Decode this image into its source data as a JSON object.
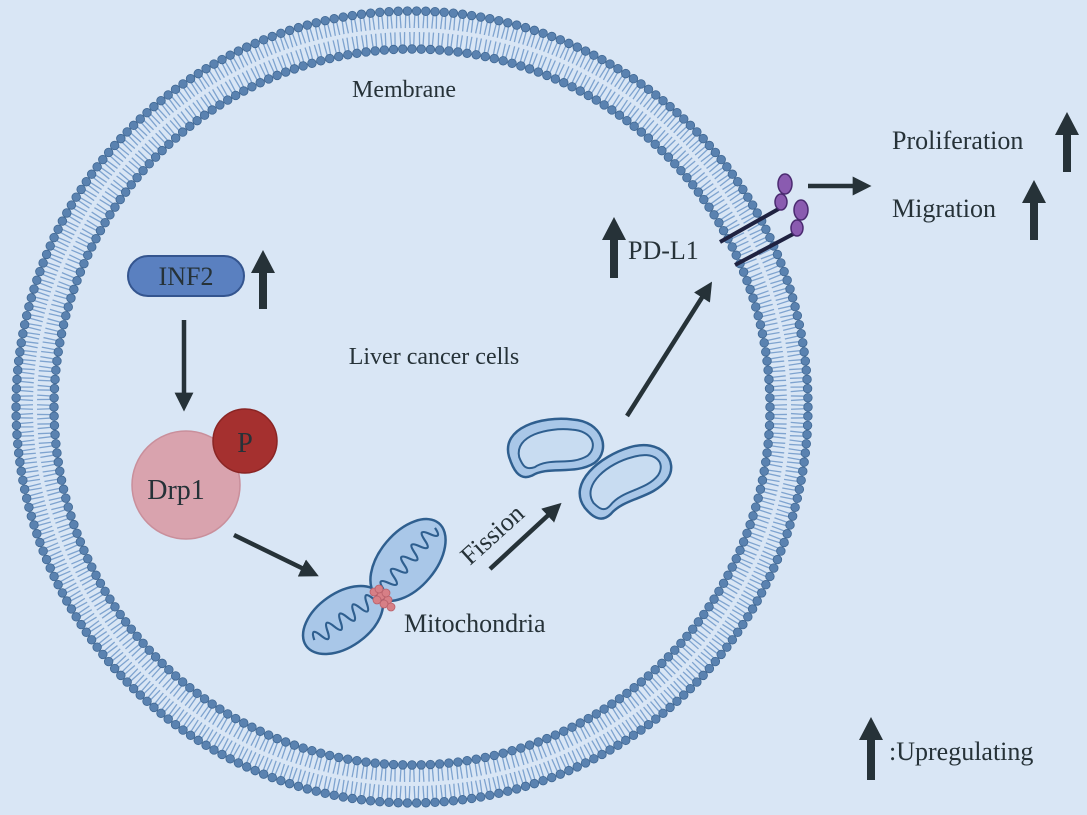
{
  "colors": {
    "background": "#d9e6f5",
    "membrane_head": "#5a82b0",
    "membrane_head_stroke": "#3f6793",
    "membrane_tail": "#7ea3cf",
    "arrow": "#263238",
    "text": "#263238",
    "inf2_fill": "#5a80c0",
    "drp1_fill": "#d9a3ae",
    "phospho_fill": "#a5302f",
    "mito_fill": "#a9c7e8",
    "mito_stroke": "#2f5f8f",
    "constriction": "#d77f86",
    "pdl1_stalk": "#1f2240",
    "pdl1_head": "#8a5bb0"
  },
  "labels": {
    "membrane": "Membrane",
    "cell": "Liver cancer cells",
    "inf2": "INF2",
    "drp1": "Drp1",
    "phospho": "P",
    "mitochondria": "Mitochondria",
    "fission": "Fission",
    "pdl1": "PD-L1",
    "proliferation": "Proliferation",
    "migration": "Migration",
    "legend": ":Upregulating"
  },
  "icons": {
    "upregulation": "up-arrow-icon",
    "flow": "arrow-icon"
  },
  "nodes": {
    "inf2": {
      "status": "upregulated"
    },
    "pdl1": {
      "status": "upregulated"
    },
    "proliferation": {
      "status": "upregulated"
    },
    "migration": {
      "status": "upregulated"
    }
  },
  "edges": [
    {
      "from": "INF2",
      "to": "Drp1"
    },
    {
      "from": "Drp1",
      "to": "Mitochondria"
    },
    {
      "from": "Mitochondria",
      "to": "Fission"
    },
    {
      "from": "Fission",
      "to": "PD-L1"
    },
    {
      "from": "PD-L1",
      "to": "Proliferation/Migration"
    }
  ]
}
